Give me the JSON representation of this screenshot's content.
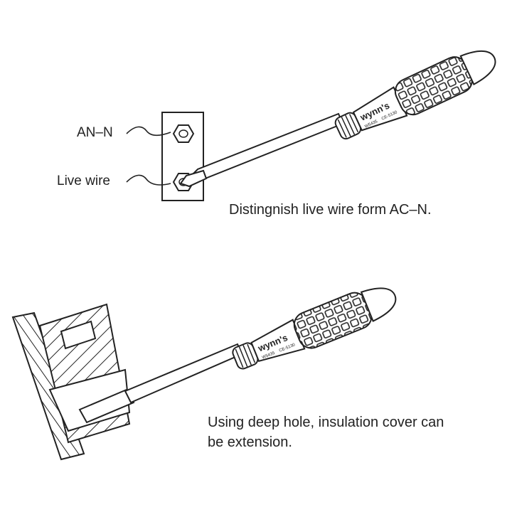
{
  "top_figure": {
    "labels": {
      "terminal_a": "AN–N",
      "terminal_b": "Live wire"
    },
    "caption": "Distingnish live wire form AC–N.",
    "brand": "wynn's",
    "model": "W5435",
    "model_code": "CE-5130"
  },
  "bottom_figure": {
    "caption_line1": "Using deep hole, insulation cover can",
    "caption_line2": "be extension.",
    "brand": "wynn's",
    "model": "W5435",
    "model_code": "CE-5130"
  },
  "colors": {
    "ink": "#222222",
    "paper": "#ffffff",
    "handle_light": "#e9e9e9"
  }
}
